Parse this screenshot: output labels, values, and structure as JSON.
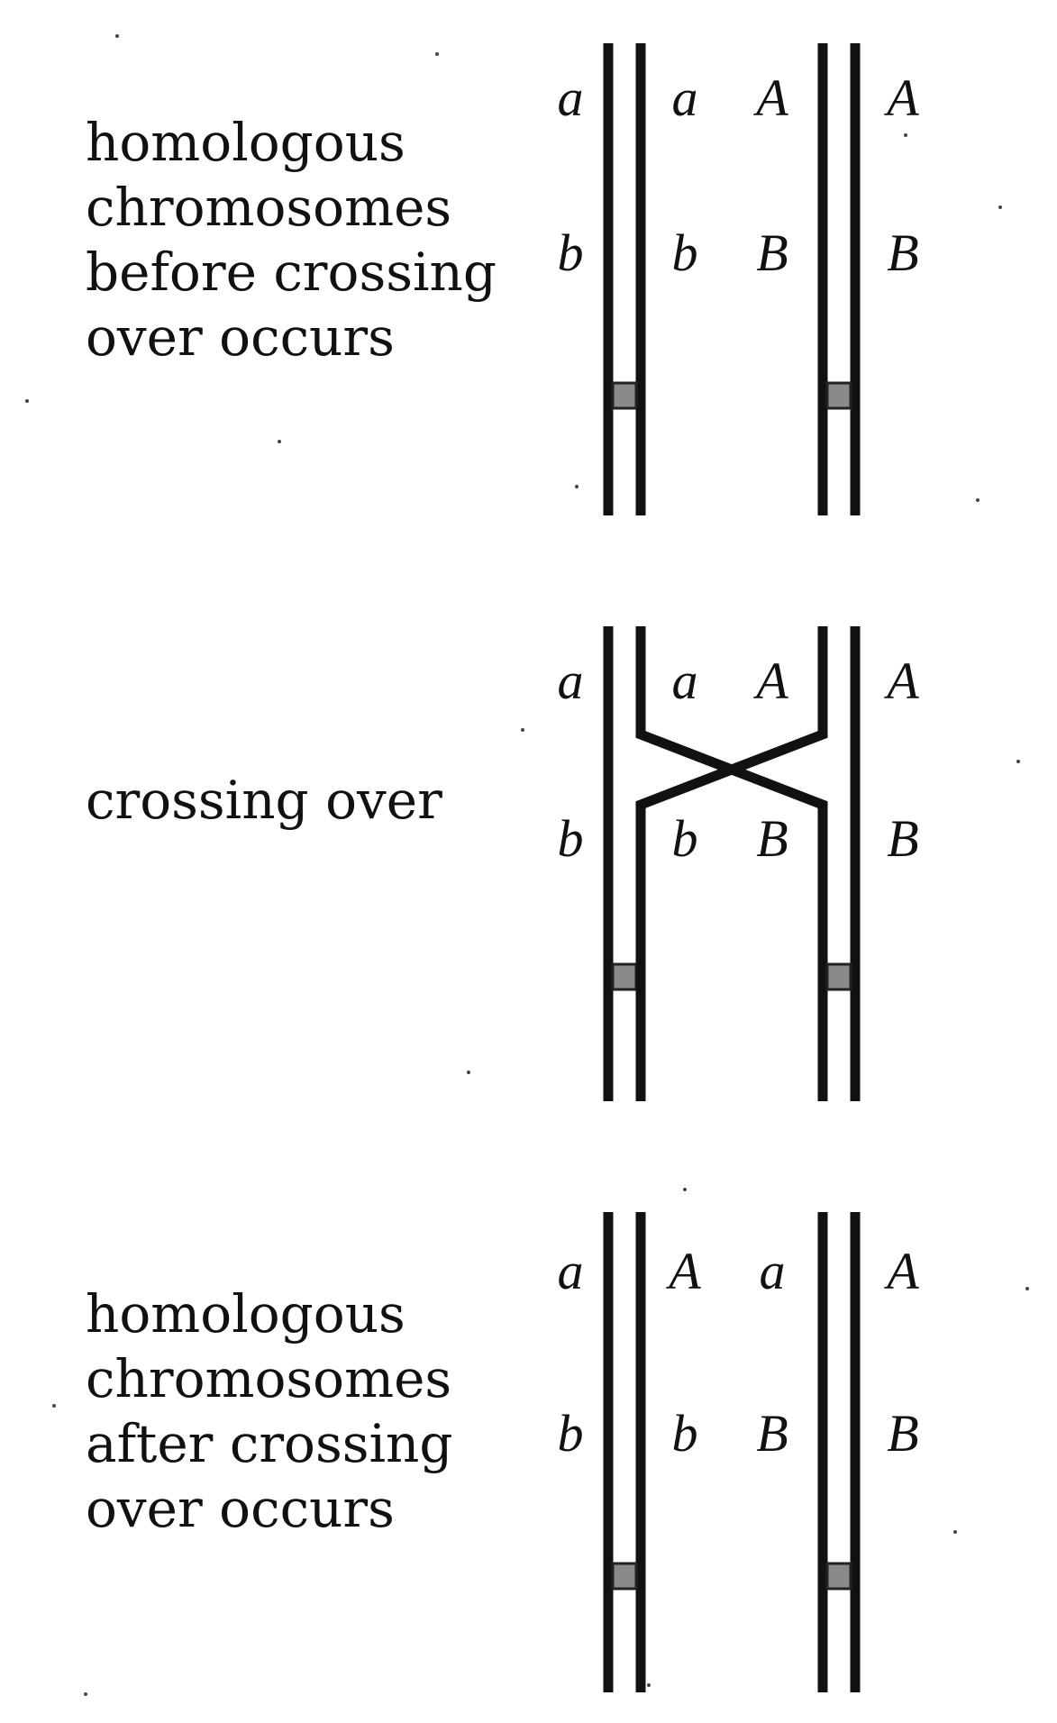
{
  "panels": [
    {
      "id": "before",
      "caption": [
        "homologous",
        "chromosomes",
        "before crossing",
        "over occurs"
      ],
      "alleles_top": [
        "a",
        "a",
        "A",
        "A"
      ],
      "alleles_bottom": [
        "b",
        "b",
        "B",
        "B"
      ]
    },
    {
      "id": "crossing",
      "caption": [
        "crossing over"
      ],
      "alleles_top": [
        "a",
        "a",
        "A",
        "A"
      ],
      "alleles_bottom": [
        "b",
        "b",
        "B",
        "B"
      ]
    },
    {
      "id": "after",
      "caption": [
        "homologous",
        "chromosomes",
        "after crossing",
        "over occurs"
      ],
      "alleles_top": [
        "a",
        "A",
        "a",
        "A"
      ],
      "alleles_bottom": [
        "b",
        "b",
        "B",
        "B"
      ]
    }
  ],
  "colors": {
    "ink": "#111111",
    "centromere": "#8a8a8a",
    "background": "#ffffff"
  }
}
